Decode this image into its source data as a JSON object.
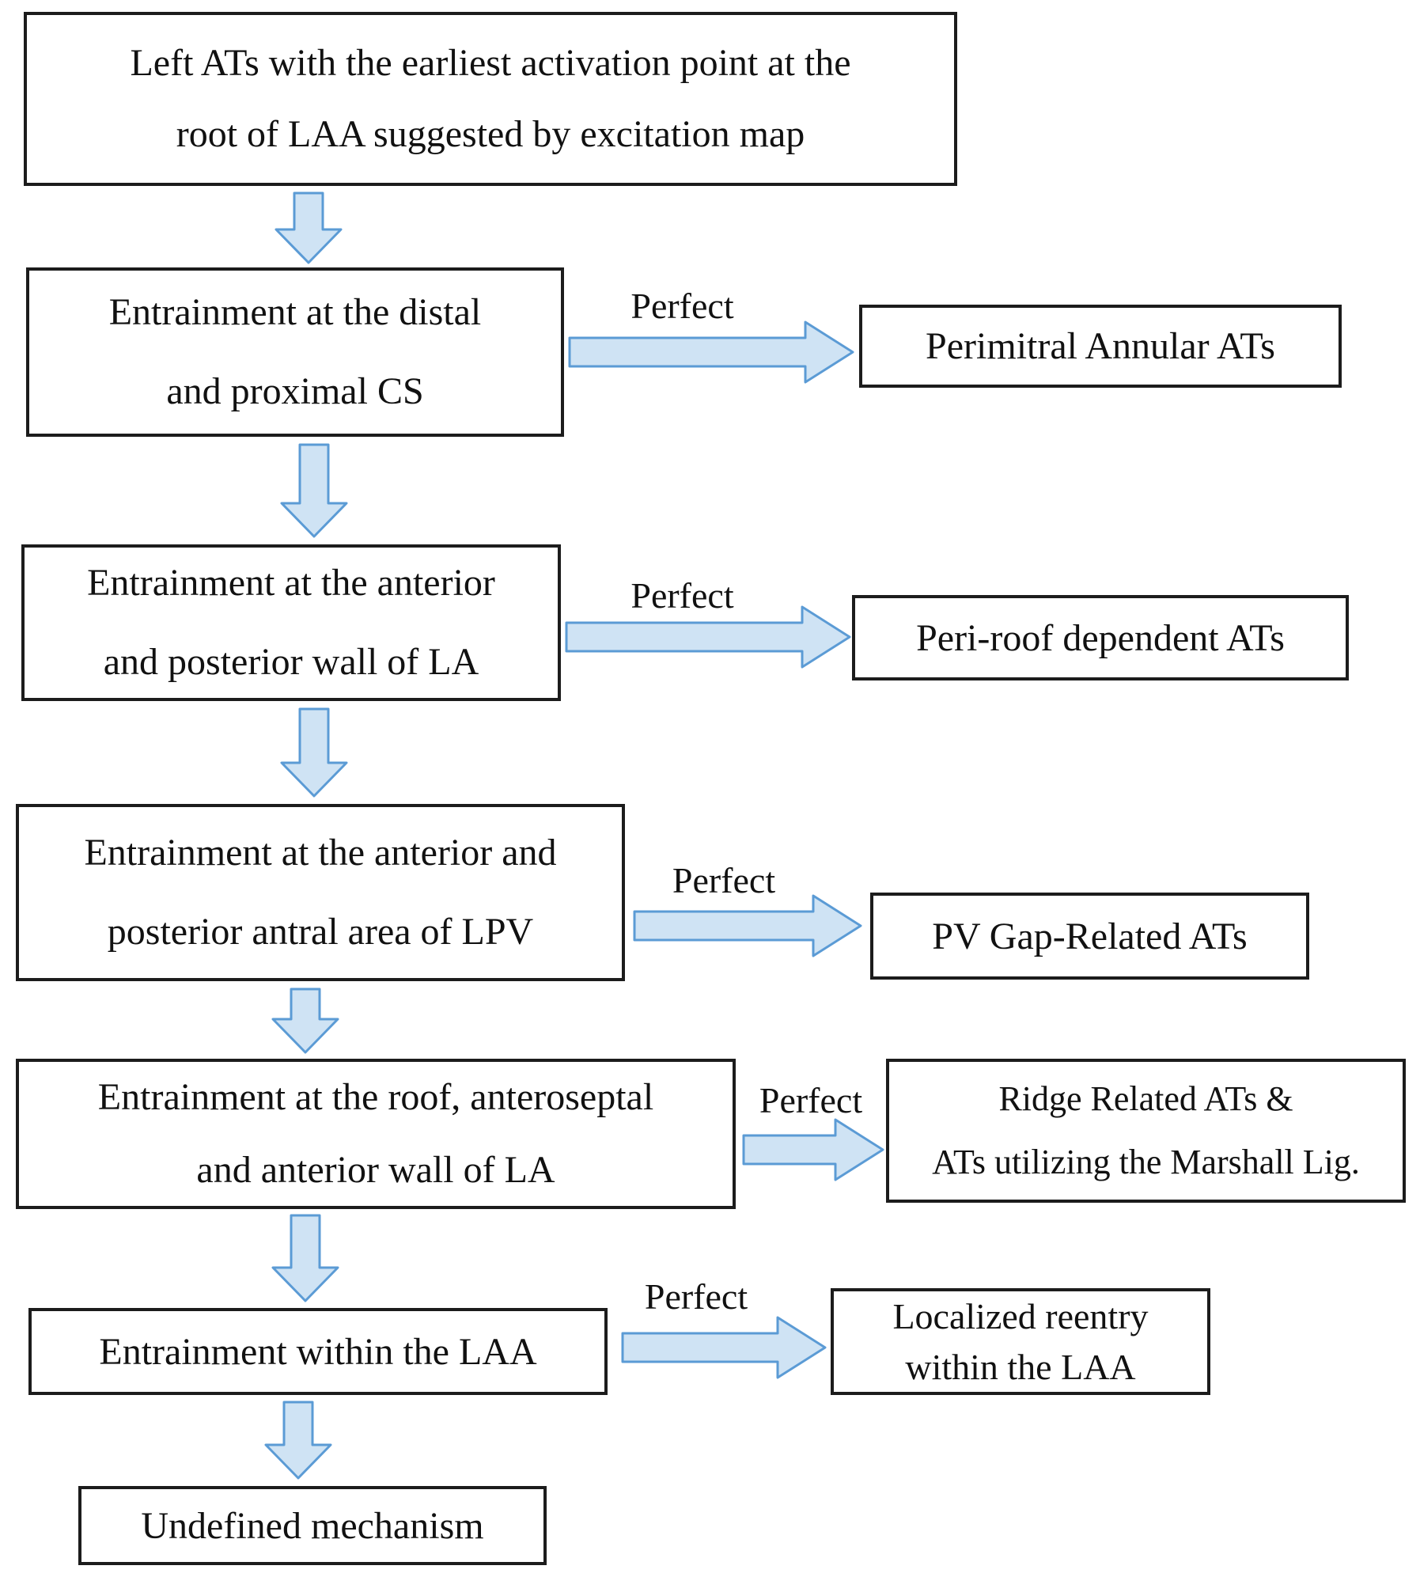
{
  "diagram": {
    "start": {
      "lines": [
        "Left ATs with the earliest activation point at the",
        "root of LAA suggested by excitation map"
      ]
    },
    "rows": [
      {
        "left": {
          "lines": [
            "Entrainment at the distal",
            "and proximal CS"
          ]
        },
        "label": "Perfect",
        "right": {
          "lines": [
            "Perimitral Annular ATs"
          ]
        }
      },
      {
        "left": {
          "lines": [
            "Entrainment at the anterior",
            "and posterior wall of LA"
          ]
        },
        "label": "Perfect",
        "right": {
          "lines": [
            "Peri-roof dependent ATs"
          ]
        }
      },
      {
        "left": {
          "lines": [
            "Entrainment at the anterior and",
            "posterior antral area of LPV"
          ]
        },
        "label": "Perfect",
        "right": {
          "lines": [
            "PV Gap-Related ATs"
          ]
        }
      },
      {
        "left": {
          "lines": [
            "Entrainment at the roof, anteroseptal",
            "and anterior wall of LA"
          ]
        },
        "label": "Perfect",
        "right": {
          "lines": [
            "Ridge Related ATs &",
            "ATs utilizing the Marshall Lig."
          ]
        }
      },
      {
        "left": {
          "lines": [
            "Entrainment within the LAA"
          ]
        },
        "label": "Perfect",
        "right": {
          "lines": [
            "Localized reentry",
            "within the LAA"
          ]
        }
      }
    ],
    "end": {
      "lines": [
        "Undefined mechanism"
      ]
    },
    "colors": {
      "arrow_fill": "#cfe3f4",
      "arrow_stroke": "#5b9bd5",
      "box_border": "#1c1c1c",
      "text": "#111111",
      "background": "#ffffff"
    }
  }
}
